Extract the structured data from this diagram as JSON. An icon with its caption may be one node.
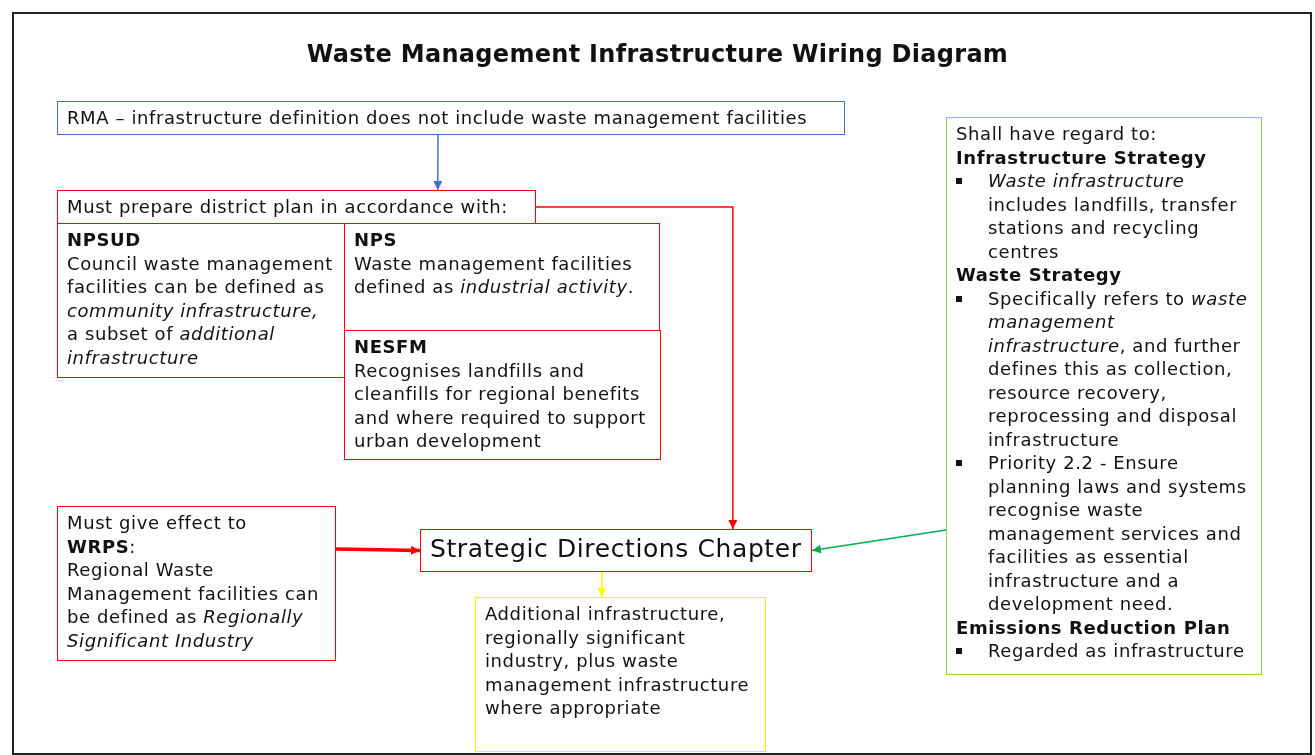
{
  "diagram": {
    "title": "Waste Management Infrastructure Wiring Diagram",
    "nodes": [
      {
        "text": [
          "RMA – infrastructure definition does not include waste management facilities"
        ]
      },
      {
        "text": [
          "Must prepare district plan in accordance with:"
        ]
      },
      {
        "text": [
          "NPSUD",
          "Council waste management facilities can be defined as *community infrastructure,* a subset of *additional infrastructure*"
        ]
      },
      {
        "text": [
          "NPS",
          "Waste management facilities defined as *industrial activity*."
        ]
      },
      {
        "text": [
          "NESFM",
          "Recognises landfills and cleanfills for regional benefits and where required to support urban development"
        ]
      },
      {
        "text": [
          "Must give effect to",
          "**WRPS**:",
          "Regional Waste Management facilities can be defined as *Regionally Significant Industry*"
        ]
      },
      {
        "text": [
          "Strategic Directions Chapter"
        ]
      },
      {
        "text": [
          "Additional infrastructure, regionally significant industry, plus waste management infrastructure where appropriate"
        ]
      },
      {
        "text": [
          "Shall have regard to:",
          "Infrastructure Strategy",
          "*Waste infrastructure* includes landfills, transfer stations and recycling centres",
          "Waste Strategy",
          "Specifically refers to *waste management infrastructure*, and further defines this as collection, resource recovery, reprocessing and disposal infrastructure",
          "Priority 2.2 - Ensure planning laws and systems recognise waste management services and facilities as essential infrastructure and a development need.",
          "Emissions Reduction Plan",
          "Regarded as infrastructure"
        ]
      }
    ],
    "edges": [
      {
        "from": 0,
        "to": 1,
        "arrow": "to",
        "color": "#4472c4"
      },
      {
        "from": 1,
        "to": 6,
        "arrow": "to"
      },
      {
        "from": 5,
        "to": 6,
        "arrow": "to",
        "style": "thick"
      },
      {
        "from": 8,
        "to": 6,
        "arrow": "to",
        "color": "#00b050"
      },
      {
        "from": 6,
        "to": 7,
        "arrow": "to",
        "color": "#ffff00"
      }
    ]
  }
}
